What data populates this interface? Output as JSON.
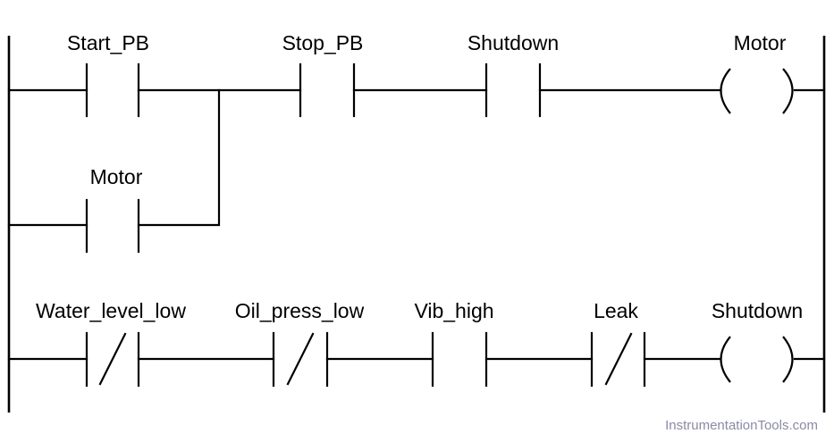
{
  "rungs": [
    {
      "elements": [
        {
          "type": "contact_no",
          "label": "Start_PB"
        },
        {
          "type": "contact_no",
          "label": "Stop_PB"
        },
        {
          "type": "contact_no",
          "label": "Shutdown"
        },
        {
          "type": "coil",
          "label": "Motor"
        }
      ],
      "branch": [
        {
          "type": "contact_no",
          "label": "Motor"
        }
      ]
    },
    {
      "elements": [
        {
          "type": "contact_nc",
          "label": "Water_level_low"
        },
        {
          "type": "contact_nc",
          "label": "Oil_press_low"
        },
        {
          "type": "contact_no",
          "label": "Vib_high"
        },
        {
          "type": "contact_nc",
          "label": "Leak"
        },
        {
          "type": "coil",
          "label": "Shutdown"
        }
      ]
    }
  ],
  "watermark": "InstrumentationTools.com"
}
